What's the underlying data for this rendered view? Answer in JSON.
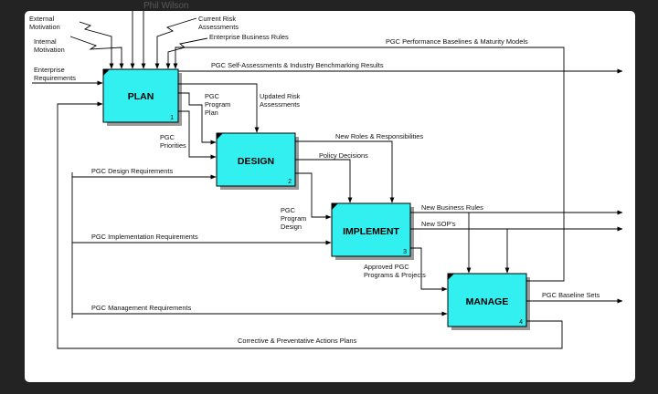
{
  "background": {
    "presenter_name": "Phil Wilson"
  },
  "boxes": {
    "plan": {
      "title": "PLAN",
      "number": "1"
    },
    "design": {
      "title": "DESIGN",
      "number": "2"
    },
    "implement": {
      "title": "IMPLEMENT",
      "number": "3"
    },
    "manage": {
      "title": "MANAGE",
      "number": "4"
    }
  },
  "labels": {
    "external_motivation": [
      "External",
      "Motivation"
    ],
    "internal_motivation": [
      "Internal",
      "Motivation"
    ],
    "current_risk_assessments": [
      "Current Risk",
      "Assessments"
    ],
    "enterprise_business_rules": "Enterprise Business Rules",
    "enterprise_requirements": [
      "Enterprise",
      "Requirements"
    ],
    "performance_baselines": "PGC Performance Baselines & Maturity Models",
    "self_assessments": "PGC Self-Assessments & Industry Benchmarking Results",
    "program_plan": [
      "PGC",
      "Program",
      "Plan"
    ],
    "updated_risk": [
      "Updated Risk",
      "Assessments"
    ],
    "priorities": [
      "PGC",
      "Priorities"
    ],
    "design_requirements": "PGC Design Requirements",
    "new_roles": "New Roles & Responsibilities",
    "policy_decisions": "Policy Decisions",
    "program_design": [
      "PGC",
      "Program",
      "Design"
    ],
    "new_business_rules": "New Business Rules",
    "new_sops": "New SOP's",
    "implementation_requirements": "PGC Implementation Requirements",
    "approved_programs": [
      "Approved PGC",
      "Programs & Projects"
    ],
    "baseline_sets": "PGC Baseline Sets",
    "management_requirements": "PGC Management Requirements",
    "corrective_actions": "Corrective & Preventative Actions Plans"
  },
  "colors": {
    "box_fill": "#33f0f0",
    "card": "#ffffff",
    "backdrop": "#232323"
  }
}
